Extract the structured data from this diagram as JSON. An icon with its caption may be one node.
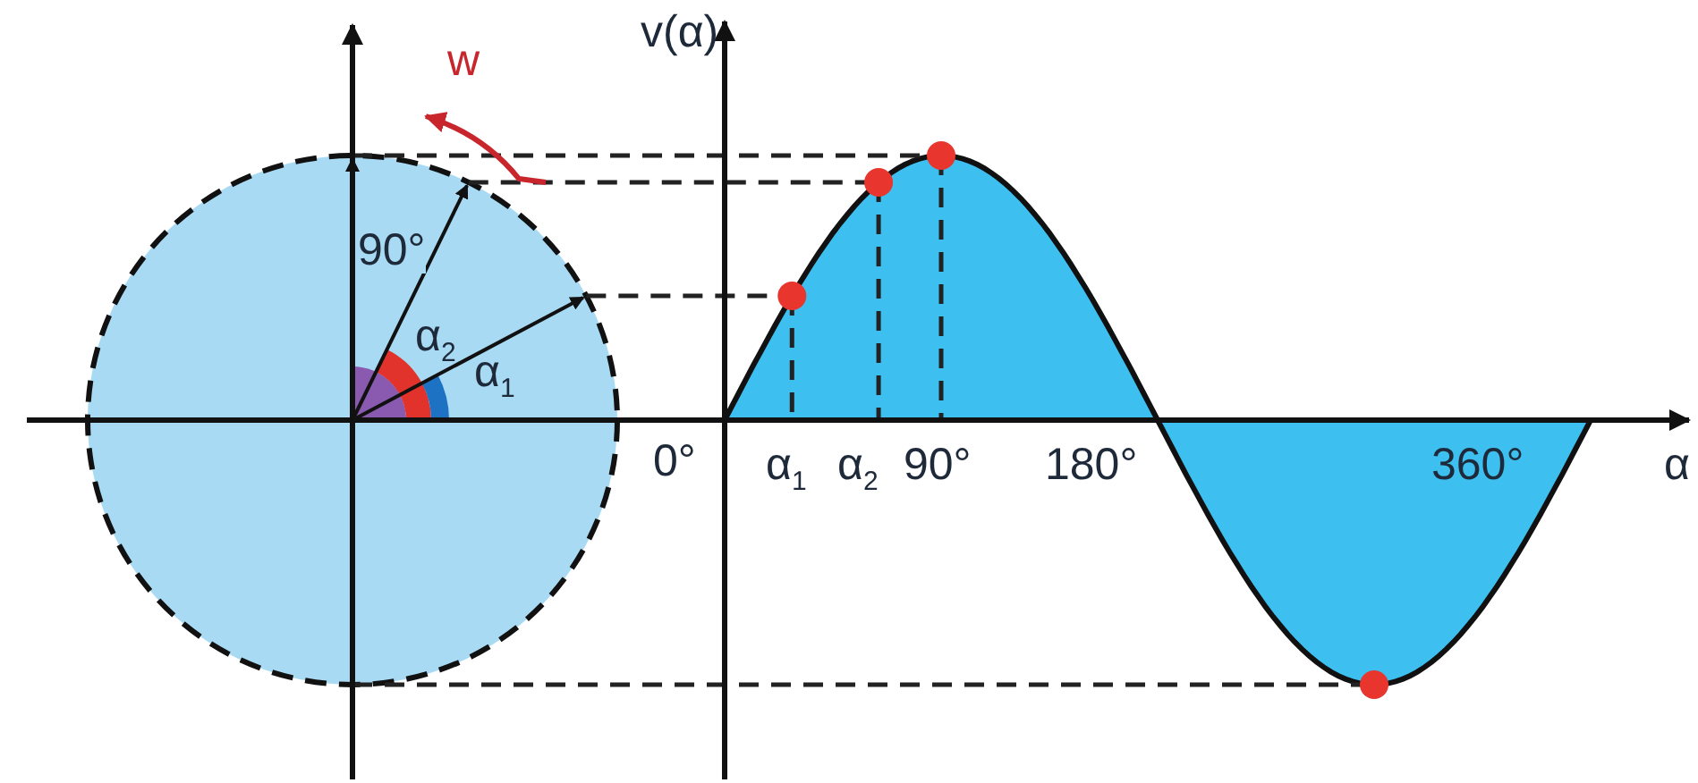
{
  "diagram": {
    "labels": [
      "w",
      "v(α)",
      "90°",
      "α$_{2}$",
      "α$_{1}$",
      "0°",
      "α$_{1}$",
      "α$_{2}$",
      "90°",
      "180°",
      "360°",
      "α"
    ]
  }
}
